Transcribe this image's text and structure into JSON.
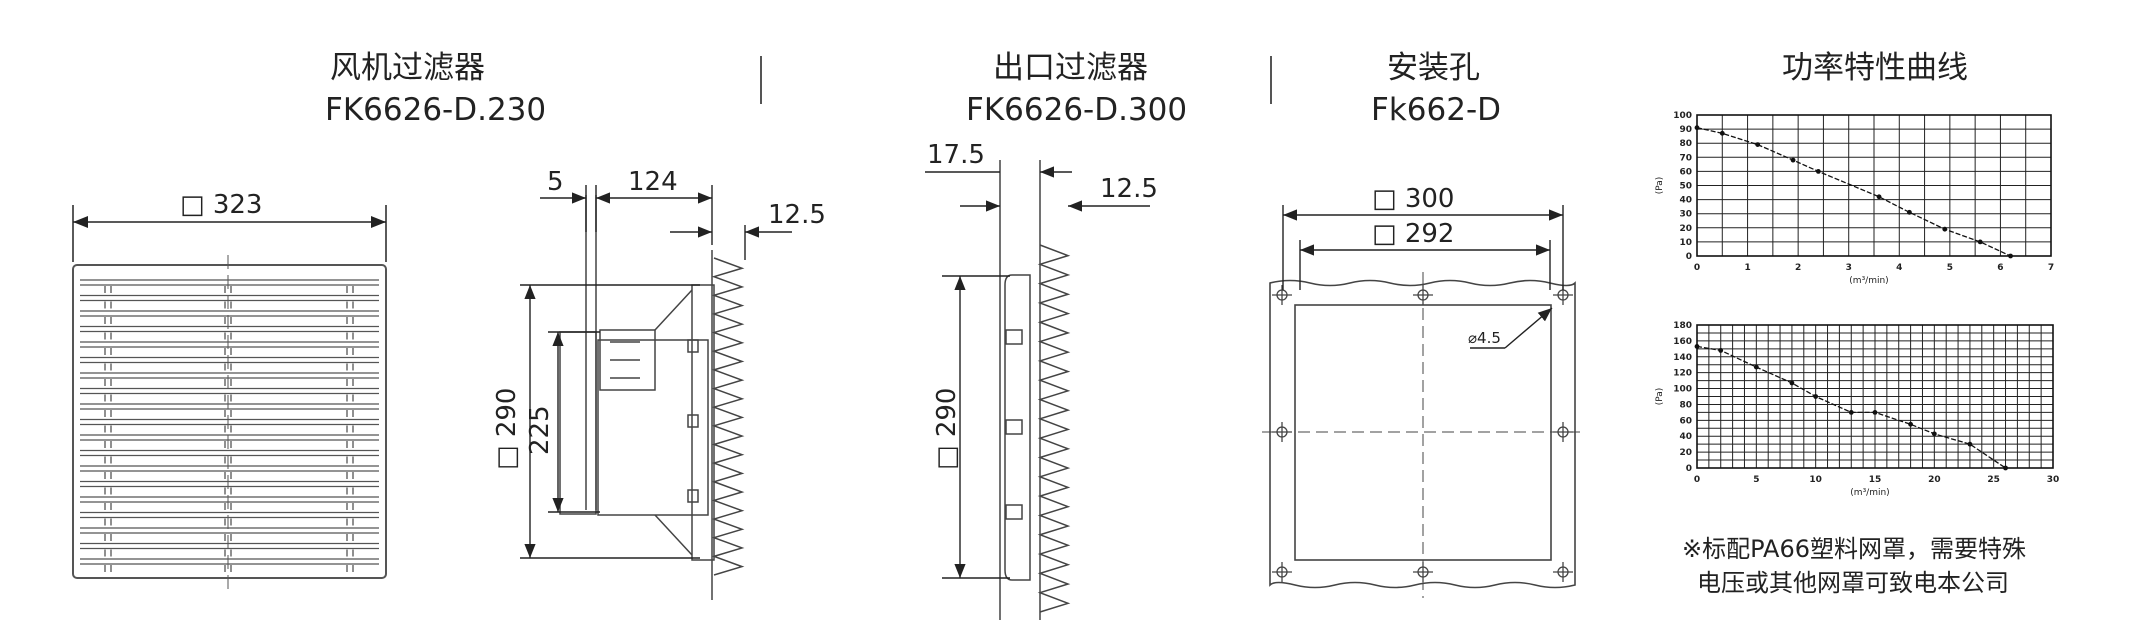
{
  "sections": {
    "fan_filter": {
      "title": "风机过滤器",
      "model": "FK6626-D.230"
    },
    "outlet_filter": {
      "title": "出口过滤器",
      "model": "FK6626-D.300"
    },
    "mounting_hole": {
      "title": "安装孔",
      "model": "Fk662-D"
    },
    "power_curve": {
      "title": "功率特性曲线"
    }
  },
  "dimensions": {
    "front_width": "□ 323",
    "side_5": "5",
    "side_124": "124",
    "side_12_5": "12.5",
    "side_290": "□ 290",
    "side_225": "225",
    "outlet_17_5": "17.5",
    "outlet_12_5": "12.5",
    "outlet_290": "□ 290",
    "hole_300": "□ 300",
    "hole_292": "□ 292",
    "hole_dia": "⌀4.5"
  },
  "note": {
    "line1": "※标配PA66塑料网罩，需要特殊",
    "line2": "电压或其他网罩可致电本公司"
  },
  "chart_data": [
    {
      "type": "line",
      "ylabel": "(Pa)",
      "xlabel": "(m³/min)",
      "xlim": [
        0,
        7
      ],
      "ylim": [
        0,
        100
      ],
      "x_ticks": [
        0,
        1,
        2,
        3,
        4,
        5,
        6,
        7
      ],
      "y_ticks": [
        0,
        10,
        20,
        30,
        40,
        50,
        60,
        70,
        80,
        90,
        100
      ],
      "grid": true,
      "x": [
        0,
        0.5,
        1.2,
        1.9,
        2.4,
        3.6,
        4.2,
        4.9,
        5.6,
        6.2
      ],
      "y": [
        91,
        87,
        79,
        68,
        60,
        42,
        31,
        19,
        10,
        0
      ]
    },
    {
      "type": "line",
      "ylabel": "(Pa)",
      "xlabel": "(m³/min)",
      "xlim": [
        0,
        30
      ],
      "ylim": [
        0,
        180
      ],
      "x_ticks": [
        0,
        5,
        10,
        15,
        20,
        25,
        30
      ],
      "y_ticks": [
        0,
        20,
        40,
        60,
        80,
        100,
        120,
        140,
        160,
        180
      ],
      "grid": true,
      "x": [
        0,
        2,
        5,
        8,
        10,
        13,
        15,
        18,
        20,
        23,
        26
      ],
      "y": [
        153,
        148,
        127,
        107,
        90,
        70,
        70,
        55,
        43,
        30,
        0
      ]
    }
  ]
}
